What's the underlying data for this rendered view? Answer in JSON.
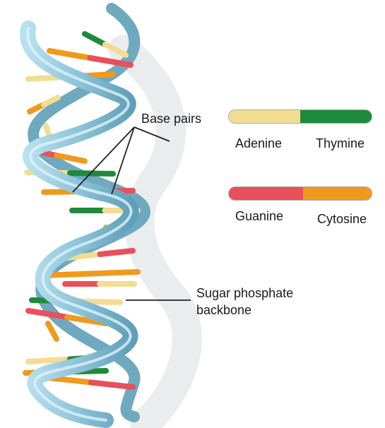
{
  "labels": {
    "base_pairs": "Base pairs",
    "backbone_line1": "Sugar phosphate",
    "backbone_line2": "backbone"
  },
  "legend": {
    "pair1": {
      "left_name": "Adenine",
      "right_name": "Thymine"
    },
    "pair2": {
      "left_name": "Guanine",
      "right_name": "Cytosine"
    }
  },
  "colors": {
    "adenine": "#f2dd92",
    "thymine": "#1f8a3c",
    "guanine": "#e8505b",
    "cytosine": "#ef9a1c",
    "backbone": "#8fc6da",
    "backbone_dark": "#5b9cb4",
    "shadow": "#d8dcdf",
    "leader_line": "#222222"
  }
}
